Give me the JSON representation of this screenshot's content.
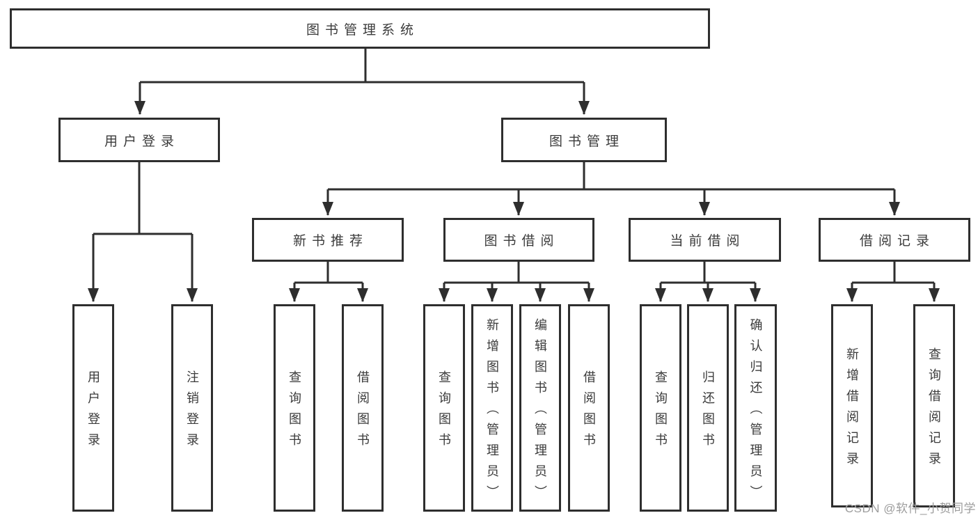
{
  "diagram": {
    "title": "图书管理系统",
    "root": {
      "label": "图书管理系统"
    },
    "level1": [
      {
        "label": "用户登录"
      },
      {
        "label": "图书管理"
      }
    ],
    "level2": [
      {
        "label": "新书推荐"
      },
      {
        "label": "图书借阅"
      },
      {
        "label": "当前借阅"
      },
      {
        "label": "借阅记录"
      }
    ],
    "level3": {
      "user_login": [
        {
          "label": "用户登录"
        },
        {
          "label": "注销登录"
        }
      ],
      "new_books": [
        {
          "label": "查询图书"
        },
        {
          "label": "借阅图书"
        }
      ],
      "book_borrow": [
        {
          "label": "查询图书"
        },
        {
          "label": "新增图书（管理员）"
        },
        {
          "label": "编辑图书（管理员）"
        },
        {
          "label": "借阅图书"
        }
      ],
      "current_borrow": [
        {
          "label": "查询图书"
        },
        {
          "label": "归还图书"
        },
        {
          "label": "确认归还（管理员）"
        }
      ],
      "borrow_records": [
        {
          "label": "新增借阅记录"
        },
        {
          "label": "查询借阅记录"
        }
      ]
    }
  },
  "watermark": {
    "text": "CSDN @软件_小贺同学"
  },
  "colors": {
    "line": "#2e2e2e",
    "box_border": "#2e2e2e",
    "text": "#3b3b3b",
    "watermark": "#9d9d9d",
    "background": "#ffffff"
  }
}
